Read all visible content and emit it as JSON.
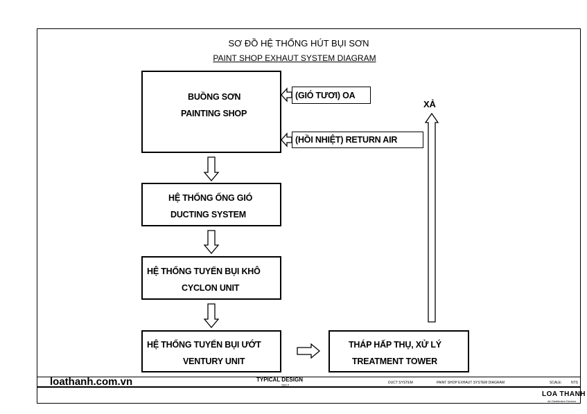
{
  "title": {
    "vi": "SƠ ĐỒ HỆ THỐNG HÚT BỤI SƠN",
    "en": "PAINT SHOP EXHAUT SYSTEM DIAGRAM"
  },
  "nodes": {
    "painting_shop": {
      "vi": "BUỒNG SƠN",
      "en": "PAINTING SHOP"
    },
    "ducting": {
      "vi": "HỆ THỐNG ỐNG GIÓ",
      "en": "DUCTING SYSTEM"
    },
    "cyclon": {
      "vi": "HỆ THỐNG TUYỂN BỤI KHÔ",
      "en": "CYCLON UNIT"
    },
    "ventury": {
      "vi": "HỆ THỐNG TUYỂN BỤI ƯỚT",
      "en": "VENTURY UNIT"
    },
    "tower": {
      "vi": "THÁP HẤP THỤ, XỬ LÝ",
      "en": "TREATMENT TOWER"
    }
  },
  "inputs": {
    "fresh_air": "(GIÓ TƯƠI) OA",
    "return_air": "(HỒI NHIỆT) RETURN AIR"
  },
  "exhaust_label": "XẢ",
  "footer": {
    "website": "loathanh.com.vn",
    "typical_design": "TYPICAL DESIGN",
    "year": "2017",
    "system": "DUCT SYSTEM",
    "drawing": "PAINT SHOP EXHAUT SYSTEM DIAGRAM",
    "scale_label": "SCALE:",
    "scale_value": "NTS",
    "logo_name": "LOA THANH",
    "logo_tagline": "Air Distribution Devices"
  }
}
